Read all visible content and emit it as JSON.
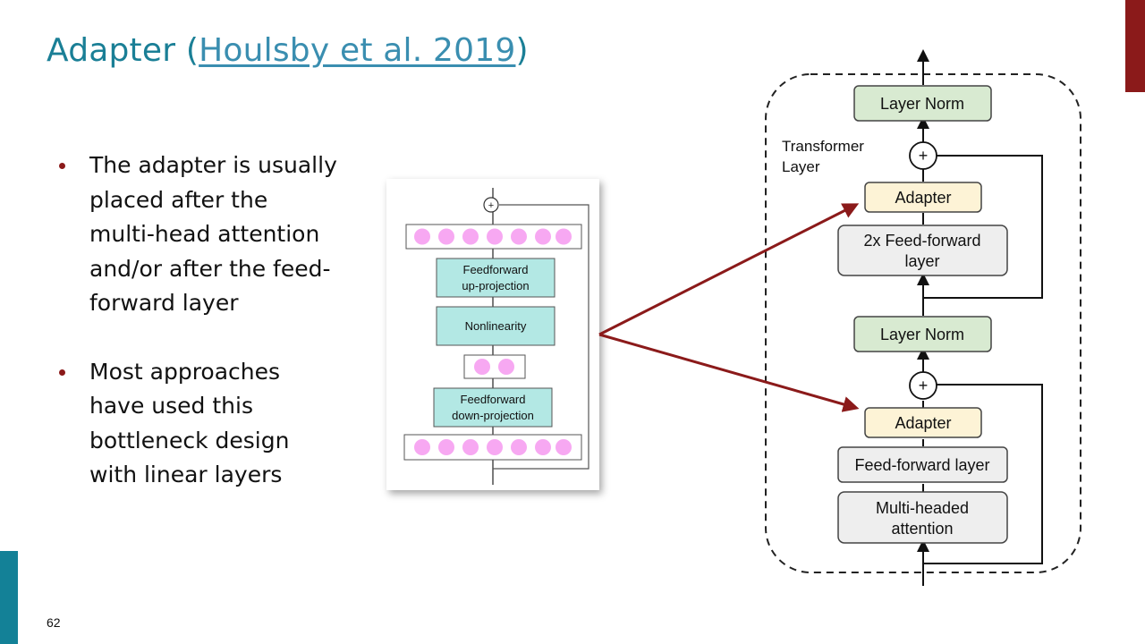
{
  "slide": {
    "title_prefix": "Adapter (",
    "title_link": "Houlsby et al. 2019",
    "title_suffix": ")",
    "page_number": "62"
  },
  "bullets": [
    "The adapter is usually placed after the multi-head attention and/or after the feed-forward layer",
    "Most approaches have used this bottleneck design with linear layers"
  ],
  "adapter_module": {
    "up_projection_line1": "Feedforward",
    "up_projection_line2": "up-projection",
    "nonlinearity": "Nonlinearity",
    "down_projection_line1": "Feedforward",
    "down_projection_line2": "down-projection",
    "plus": "+"
  },
  "transformer_layer": {
    "label_line1": "Transformer",
    "label_line2": "Layer",
    "layer_norm_top": "Layer Norm",
    "adapter_top": "Adapter",
    "ffn_line1": "2x Feed-forward",
    "ffn_line2": "layer",
    "layer_norm_bottom": "Layer Norm",
    "adapter_bottom": "Adapter",
    "feed_forward": "Feed-forward layer",
    "mha_line1": "Multi-headed",
    "mha_line2": "attention",
    "plus": "+"
  },
  "colors": {
    "title": "#1a7f96",
    "accent_red": "#8b1a1a",
    "accent_teal": "#138197",
    "module_teal": "#b3e8e4",
    "neuron_pink": "#f7a8f2",
    "layer_norm_green": "#d8ead1",
    "adapter_yellow": "#fdf3d6",
    "block_grey": "#eeeeee"
  }
}
